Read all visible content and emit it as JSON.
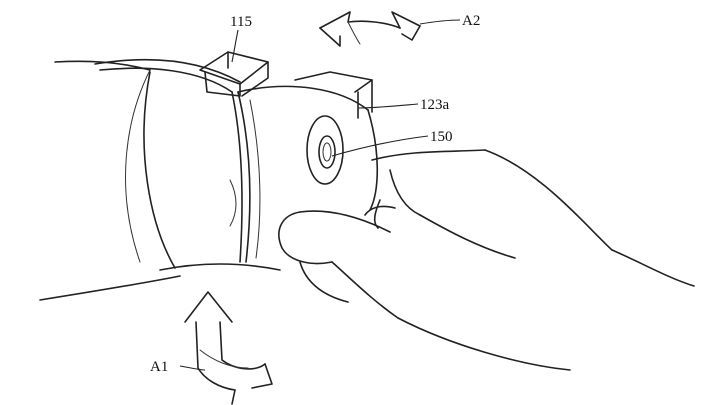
{
  "figure": {
    "labels": {
      "part_115": "115",
      "arrow_a2": "A2",
      "part_123a": "123a",
      "part_150": "150",
      "arrow_a1": "A1"
    }
  }
}
